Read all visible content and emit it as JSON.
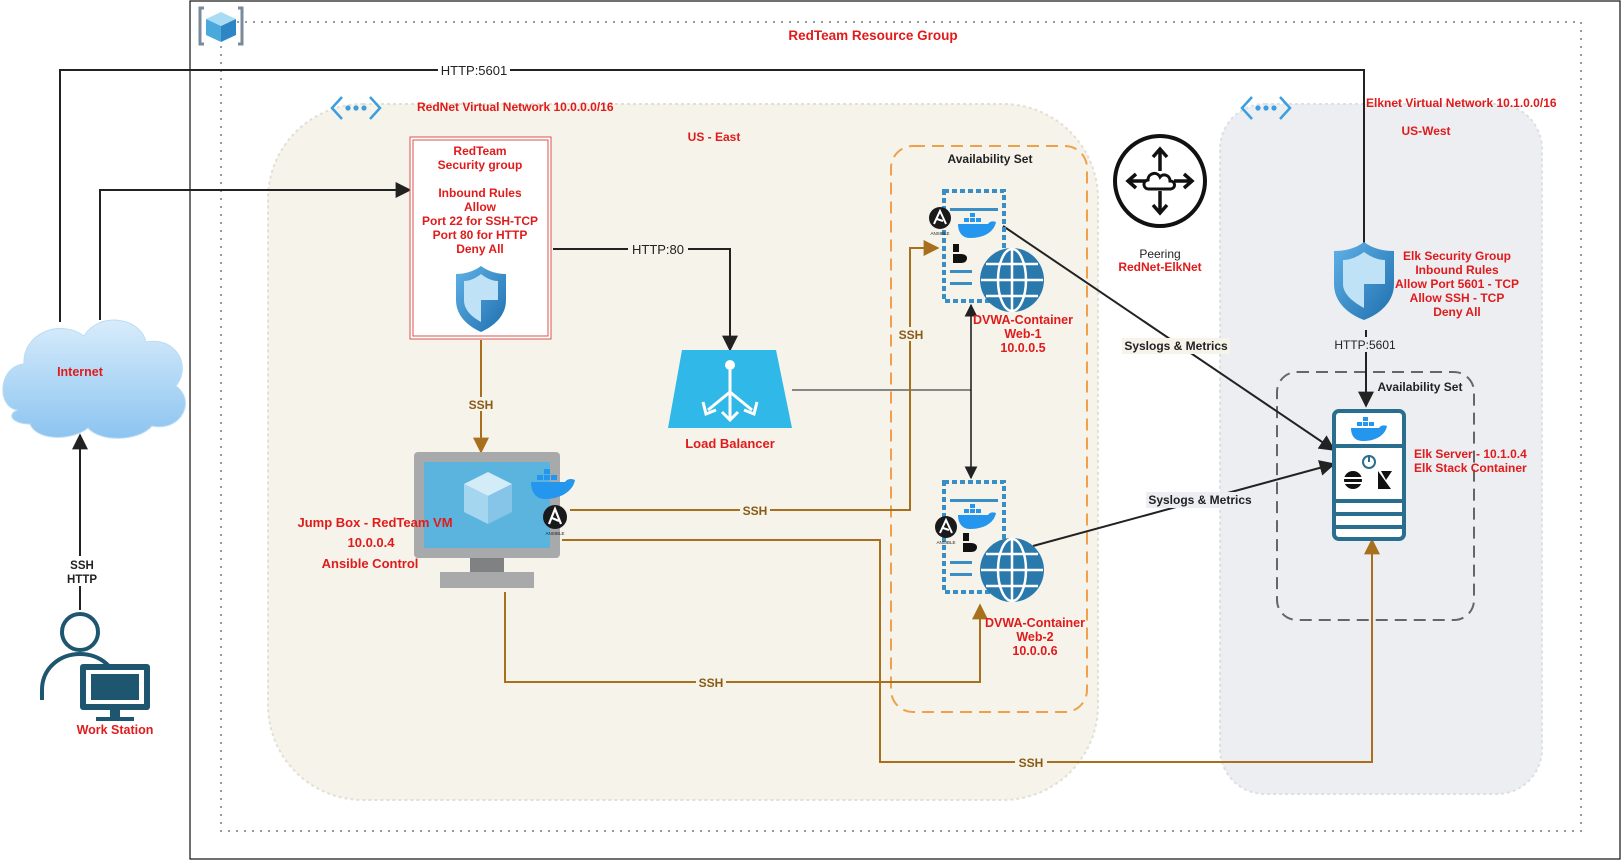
{
  "labels": {
    "resource_group": "RedTeam Resource Group",
    "rednet_vnet": "RedNet Virtual Network 10.0.0.0/16",
    "elknet_vnet": "Elknet Virtual Network  10.1.0.0/16",
    "us_east": "US - East",
    "us_west": "US-West",
    "internet": "Internet",
    "workstation": "Work Station",
    "ws_ssh": "SSH",
    "ws_http": "HTTP",
    "http_5601_top": "HTTP:5601",
    "http_80": "HTTP:80",
    "ssh_sg": "SSH",
    "ssh_web1": "SSH",
    "ssh_jb_web1": "SSH",
    "ssh_jb_web2": "SSH",
    "ssh_jb_elk": "SSH",
    "load_balancer": "Load Balancer",
    "avail_set_left": "Availability Set",
    "avail_set_right": "Availability Set",
    "peering": "Peering",
    "peering_name": "RedNet-ElkNet",
    "syslogs_1": "Syslogs & Metrics",
    "syslogs_2": "Syslogs & Metrics",
    "http_5601_right": "HTTP:5601",
    "ansible_text": "ANSIBLE",
    "security_group": {
      "lines": [
        "RedTeam",
        "Security group",
        "",
        "Inbound Rules",
        "Allow",
        "Port 22 for SSH-TCP",
        "Port 80 for HTTP",
        "Deny All"
      ]
    },
    "elk_security": {
      "lines": [
        "Elk Security Group",
        "Inbound Rules",
        "Allow Port 5601 - TCP",
        "Allow SSH - TCP",
        "Deny All"
      ]
    },
    "jumpbox": {
      "lines": [
        "Jump Box  -  RedTeam VM",
        "10.0.0.4",
        "Ansible Control"
      ]
    },
    "web1": {
      "lines": [
        "DVWA-Container",
        "Web-1",
        "10.0.0.5"
      ]
    },
    "web2": {
      "lines": [
        "DVWA-Container",
        "Web-2",
        "10.0.0.6"
      ]
    },
    "elk_server": {
      "lines": [
        "Elk Server - 10.1.0.4",
        "Elk Stack Container"
      ]
    }
  },
  "colors": {
    "label_red": "#e01b1b",
    "ssh_line": "#a86f1c",
    "http_line": "#222222",
    "east_region": "#f5f3ea",
    "west_region": "#eceef2",
    "avail_orange": "#f0a04b",
    "azure_blue": "#3a8ec6",
    "server_teal": "#2a6e8f"
  },
  "icons": [
    "resource-group-icon",
    "cloud-icon",
    "user-icon",
    "monitor-icon",
    "vnet-icon",
    "shield-icon",
    "load-balancer-icon",
    "vm-icon",
    "docker-icon",
    "ansible-icon",
    "globe-icon",
    "peering-icon",
    "elk-server-icon"
  ]
}
